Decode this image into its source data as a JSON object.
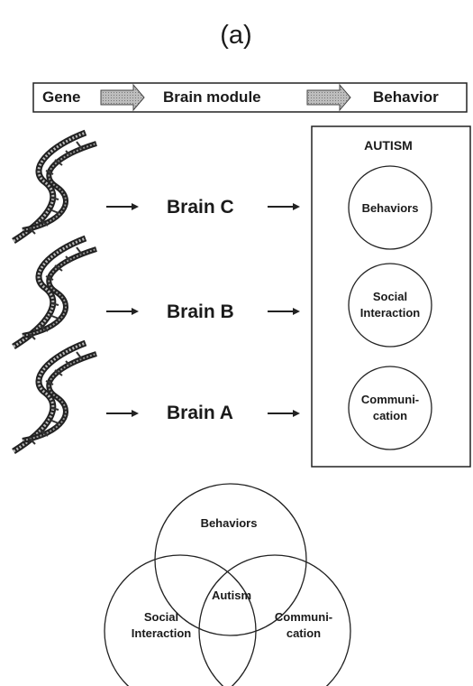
{
  "panel_label": "(a)",
  "pipeline": {
    "gene": "Gene",
    "brain_module": "Brain module",
    "behavior": "Behavior"
  },
  "brains": [
    "Brain C",
    "Brain B",
    "Brain A"
  ],
  "autism_box": {
    "title": "AUTISM",
    "circles": [
      {
        "lines": [
          "Behaviors"
        ]
      },
      {
        "lines": [
          "Social",
          "Interaction"
        ]
      },
      {
        "lines": [
          "Communi-",
          "cation"
        ]
      }
    ]
  },
  "venn": {
    "top": "Behaviors",
    "left": [
      "Social",
      "Interaction"
    ],
    "right": [
      "Communi-",
      "cation"
    ],
    "center": "Autism"
  },
  "icons": {
    "dna": "dna-helix-icon",
    "arrow": "right-arrow-icon",
    "block_arrow": "block-arrow-icon"
  }
}
